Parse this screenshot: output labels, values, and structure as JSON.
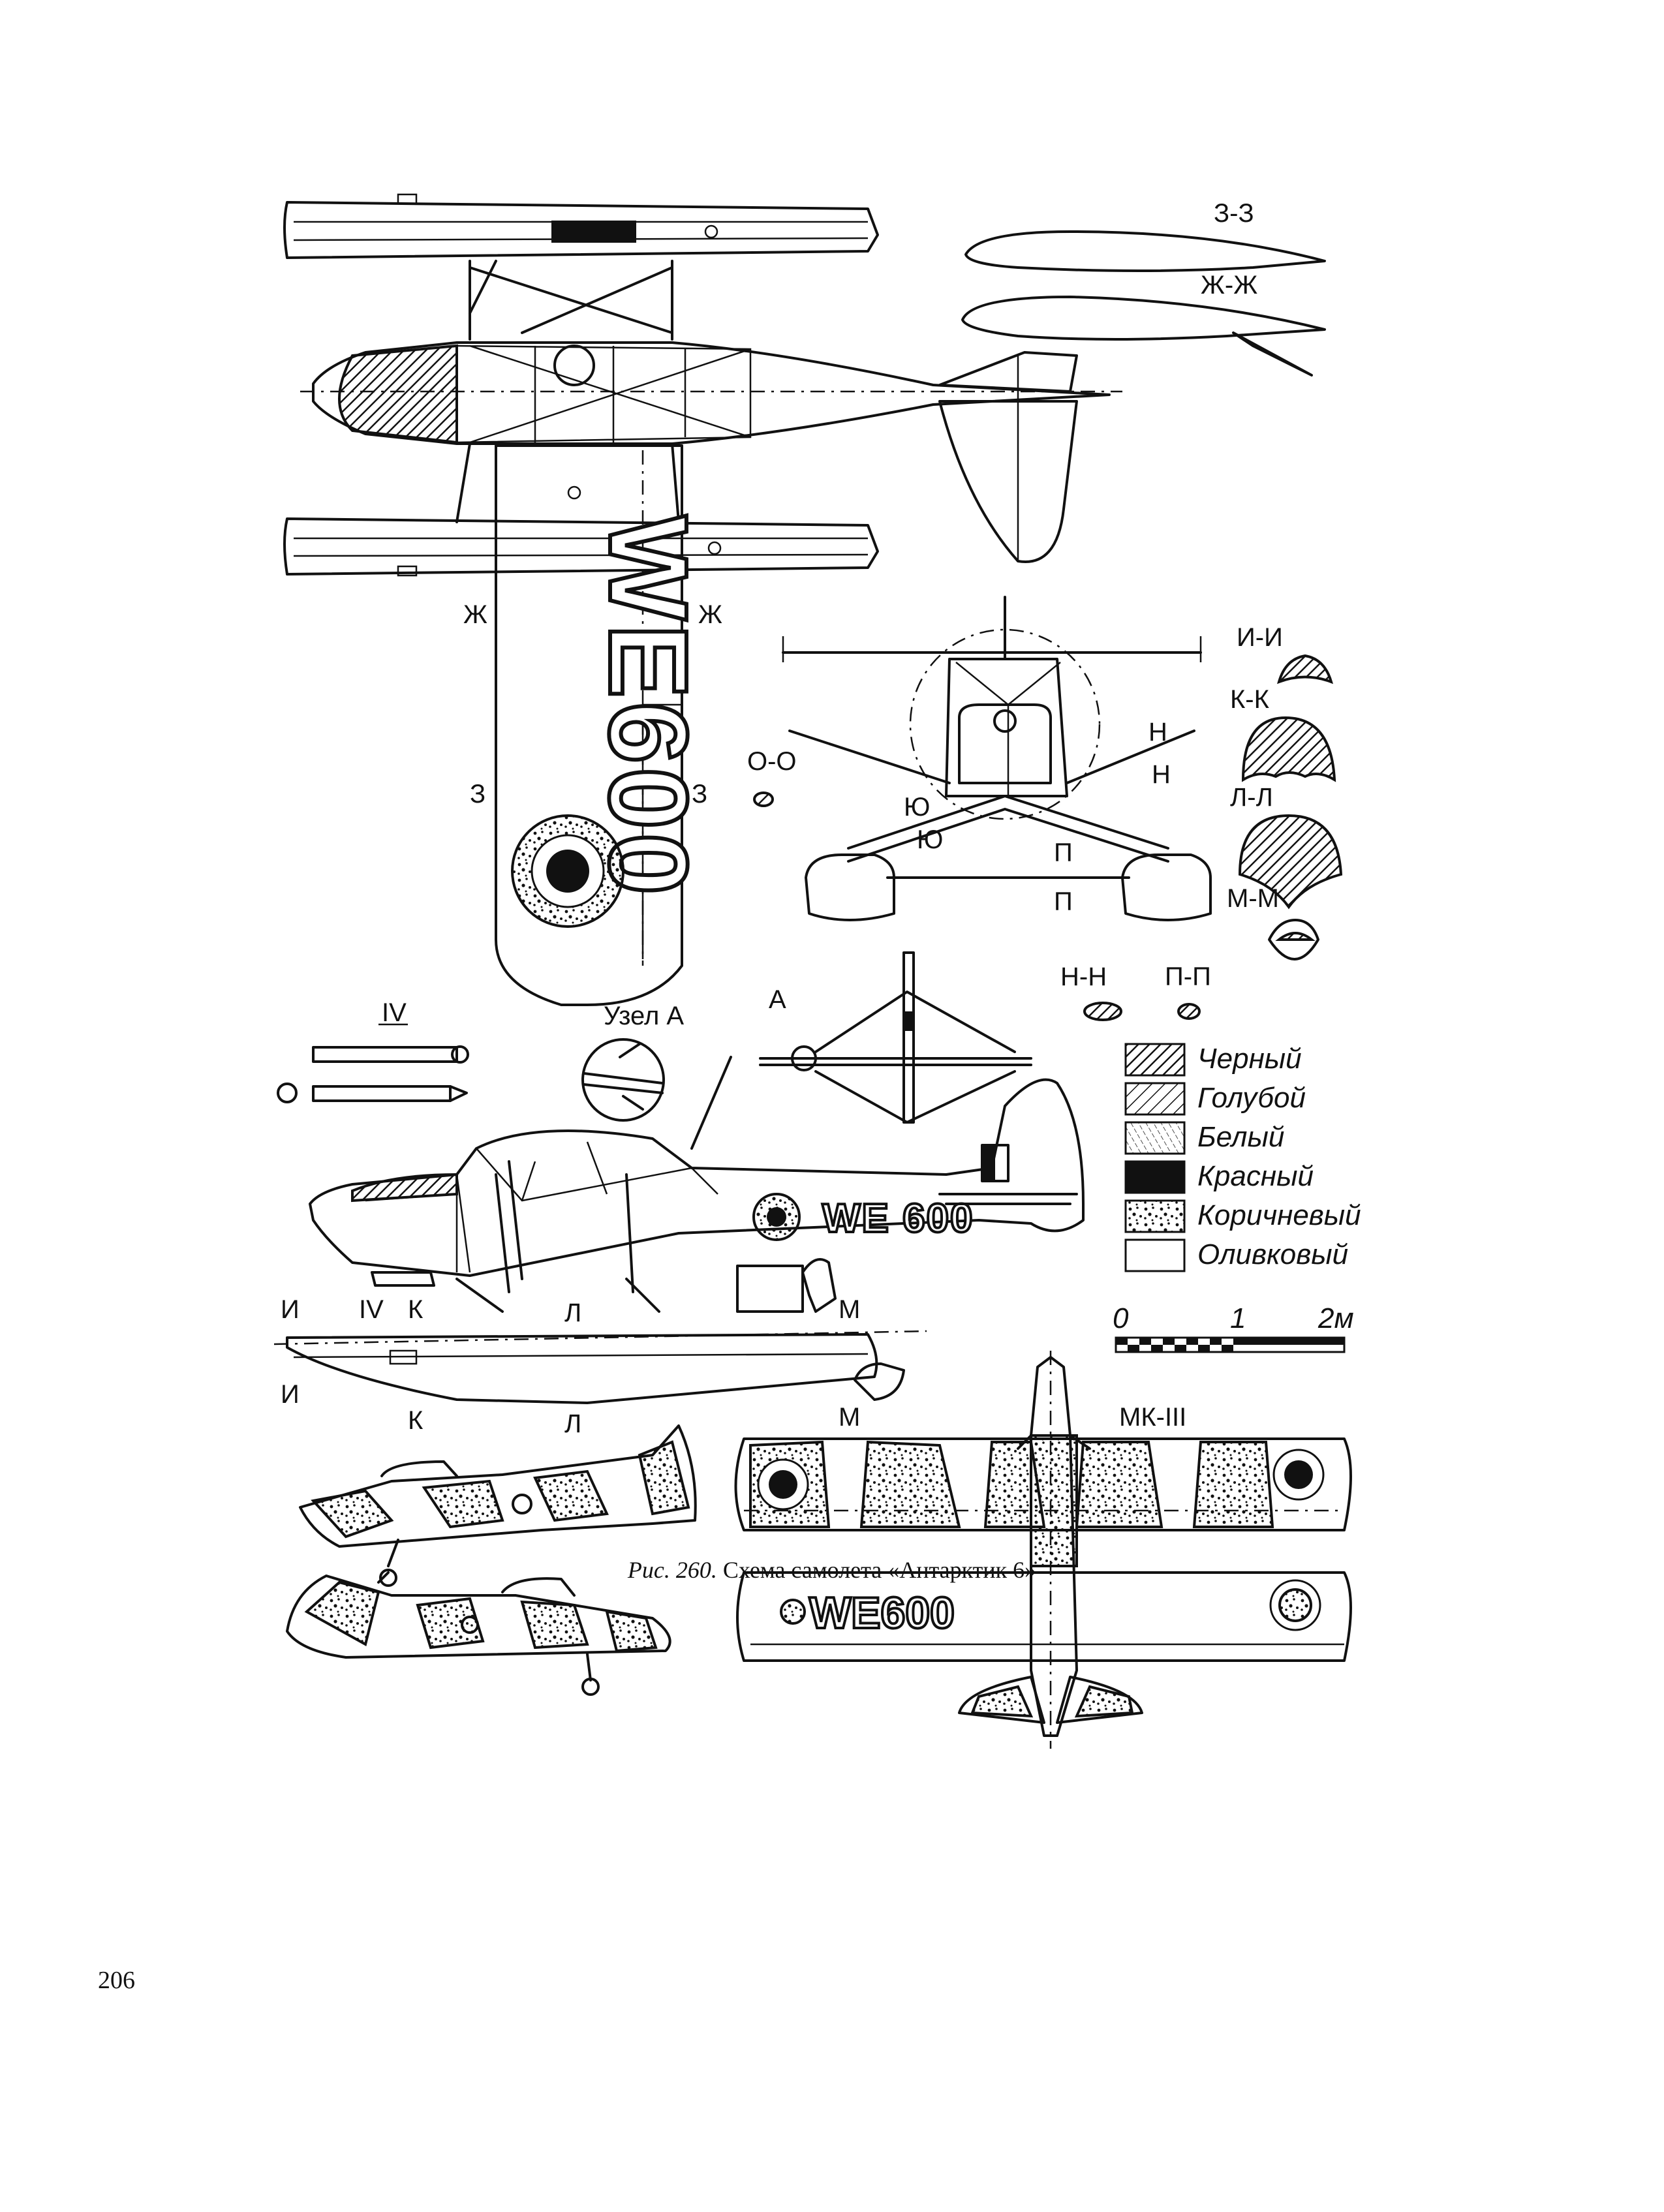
{
  "figure": {
    "caption_prefix": "Рис. 260.",
    "caption_text": "Схема самолета «Антарктик 6»",
    "registration": "WE600",
    "registration_side": "WE 600",
    "section_labels": [
      "З-З",
      "Ж-Ж",
      "И-И",
      "К-К",
      "Л-Л",
      "М-М",
      "О-О",
      "Н-Н",
      "П-П"
    ],
    "cut_marks": {
      "zh": "Ж",
      "z": "З",
      "i": "И",
      "k": "К",
      "l": "Л",
      "m": "М",
      "n": "Н",
      "p": "П",
      "yu": "Ю",
      "iv": "IV"
    },
    "detail_label": "Узел А",
    "detail_letter": "А",
    "variant_label": "МК-III",
    "legend": [
      {
        "name": "Черный",
        "pattern": "hatch-black"
      },
      {
        "name": "Голубой",
        "pattern": "hatch-blue"
      },
      {
        "name": "Белый",
        "pattern": "hatch-white"
      },
      {
        "name": "Красный",
        "pattern": "solid-red"
      },
      {
        "name": "Коричневый",
        "pattern": "speckle-brown"
      },
      {
        "name": "Оливковый",
        "pattern": "blank-olive"
      }
    ],
    "scale_bar": {
      "ticks": [
        "0",
        "1",
        "2м"
      ]
    }
  },
  "page_number": "206"
}
